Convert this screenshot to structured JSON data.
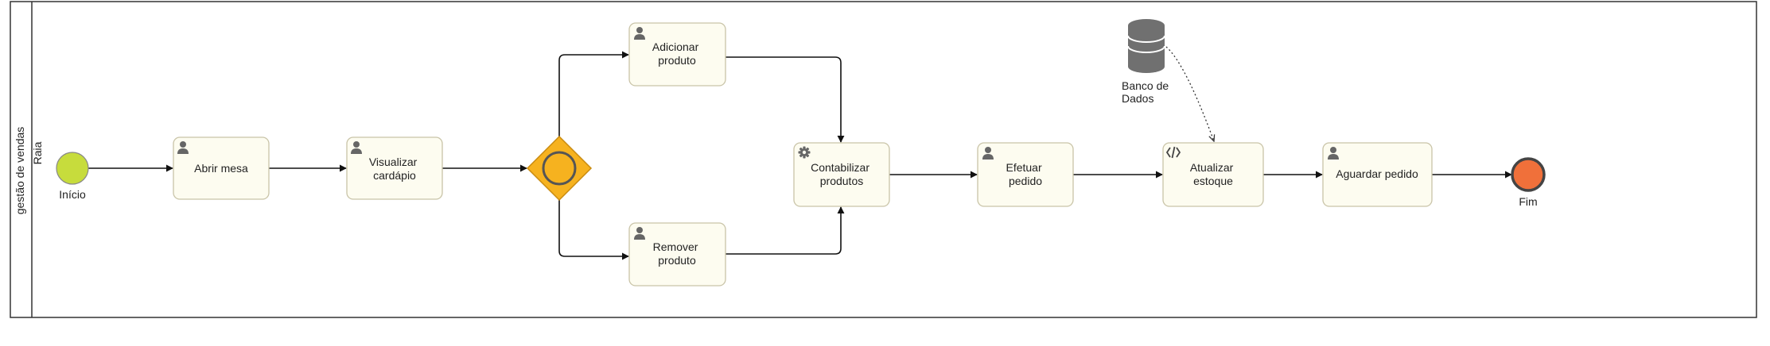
{
  "pool": {
    "label": "gestão de vendas"
  },
  "lane": {
    "label": "Raia"
  },
  "events": {
    "start": {
      "label": "Início",
      "color": "#c7dc3c"
    },
    "end": {
      "label": "Fim",
      "color": "#f0703a"
    }
  },
  "gateway": {
    "type": "inclusive",
    "color": "#f6b21f"
  },
  "tasks": {
    "abrir_mesa": {
      "lines": [
        "Abrir mesa"
      ],
      "icon": "user-icon"
    },
    "visualizar_cardapio": {
      "lines": [
        "Visualizar",
        "cardápio"
      ],
      "icon": "user-icon"
    },
    "adicionar_produto": {
      "lines": [
        "Adicionar",
        "produto"
      ],
      "icon": "user-icon"
    },
    "remover_produto": {
      "lines": [
        "Remover",
        "produto"
      ],
      "icon": "user-icon"
    },
    "contabilizar_produtos": {
      "lines": [
        "Contabilizar",
        "produtos"
      ],
      "icon": "gear-icon"
    },
    "efetuar_pedido": {
      "lines": [
        "Efetuar",
        "pedido"
      ],
      "icon": "user-icon"
    },
    "atualizar_estoque": {
      "lines": [
        "Atualizar",
        "estoque"
      ],
      "icon": "script-icon"
    },
    "aguardar_pedido": {
      "lines": [
        "Aguardar pedido"
      ],
      "icon": "user-icon"
    }
  },
  "datastore": {
    "lines": [
      "Banco de",
      "Dados"
    ],
    "icon": "database-icon"
  }
}
